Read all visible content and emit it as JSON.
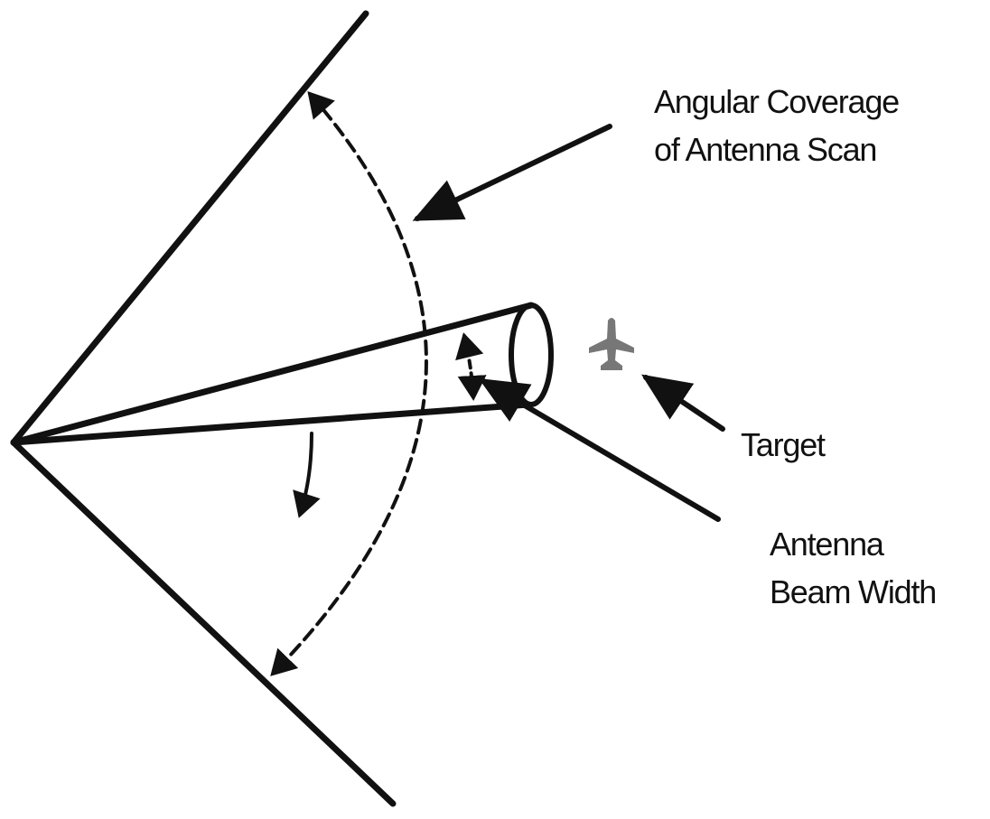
{
  "labels": {
    "coverage_line1": "Angular Coverage",
    "coverage_line2": "of Antenna Scan",
    "target": "Target",
    "beam_line1": "Antenna",
    "beam_line2": "Beam Width"
  },
  "colors": {
    "ink": "#111111",
    "target": "#777777"
  },
  "icons": {
    "target": "airplane-icon"
  }
}
